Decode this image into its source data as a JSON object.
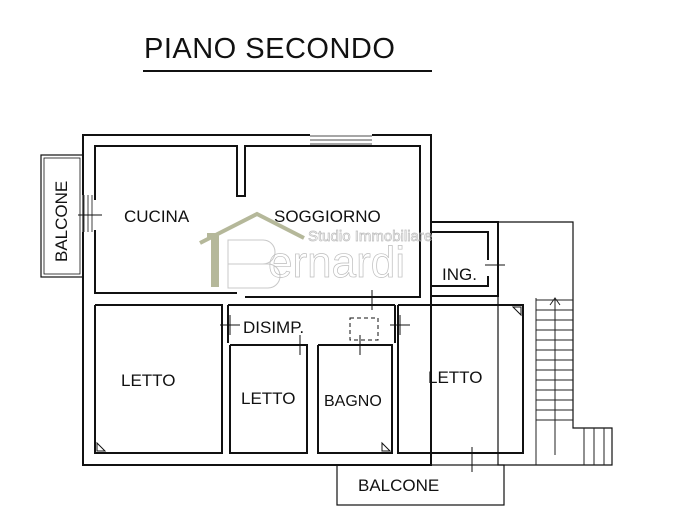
{
  "title": "PIANO SECONDO",
  "rooms": {
    "balcone_west": "BALCONE",
    "cucina": "CUCINA",
    "soggiorno": "SOGGIORNO",
    "ingresso": "ING.",
    "disimpegno": "DISIMP.",
    "letto_west": "LETTO",
    "letto_middle": "LETTO",
    "bagno": "BAGNO",
    "letto_east": "LETTO",
    "balcone_south": "BALCONE"
  },
  "watermark": {
    "subtitle": "Studio Immobiliare",
    "name": "ernardi",
    "initial": "B",
    "accent_color": "#b5b89a"
  },
  "colors": {
    "wall": "#111111",
    "background": "#ffffff",
    "stairs": "#222222"
  }
}
